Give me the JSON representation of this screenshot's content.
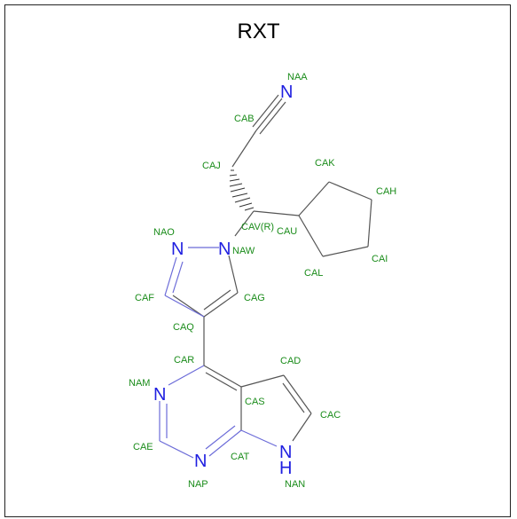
{
  "title": "RXT",
  "colors": {
    "bond": "#555555",
    "nitrogen_bond": "#4a4ae8",
    "atom_label": "#1a8c1a",
    "nitrogen_symbol": "#1f1fe0"
  },
  "nitrogen_symbols": {
    "NAA": "N",
    "NAO": "N",
    "NAW": "N",
    "NAM": "N",
    "NAP": "N",
    "NAN": "N",
    "NAN_H": "H"
  },
  "atom_labels": {
    "NAA": "NAA",
    "CAB": "CAB",
    "CAJ": "CAJ",
    "CAK": "CAK",
    "CAH": "CAH",
    "CAV": "CAV(R)",
    "CAU": "CAU",
    "CAI": "CAI",
    "CAL": "CAL",
    "NAO": "NAO",
    "NAW": "NAW",
    "CAF": "CAF",
    "CAG": "CAG",
    "CAQ": "CAQ",
    "CAR": "CAR",
    "CAD": "CAD",
    "NAM": "NAM",
    "CAS": "CAS",
    "CAC": "CAC",
    "CAE": "CAE",
    "CAT": "CAT",
    "NAP": "NAP",
    "NAN": "NAN"
  }
}
